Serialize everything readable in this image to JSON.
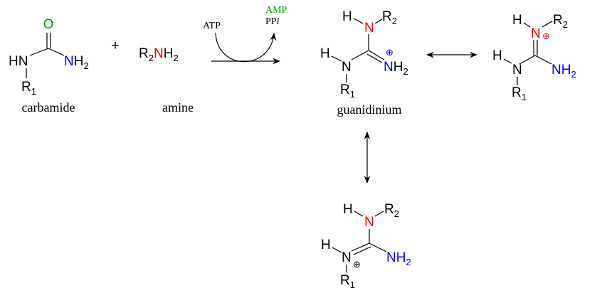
{
  "colors": {
    "oxygen": "#009900",
    "amine_n": "#ff0000",
    "amide_n": "#0000ff"
  },
  "labels": {
    "carbamide": "carbamide",
    "amine": "amine",
    "guanidinium": "guanidinium",
    "plus": "+"
  },
  "atoms": {
    "O": "O",
    "HN": "HN",
    "N": "N",
    "H": "H",
    "NH": "NH",
    "R": "R",
    "sub1": "1",
    "sub2": "2",
    "charge": "⊕"
  },
  "reagents": {
    "atp": "ATP",
    "amp": "AMP",
    "pp": "PP",
    "i": "i"
  }
}
